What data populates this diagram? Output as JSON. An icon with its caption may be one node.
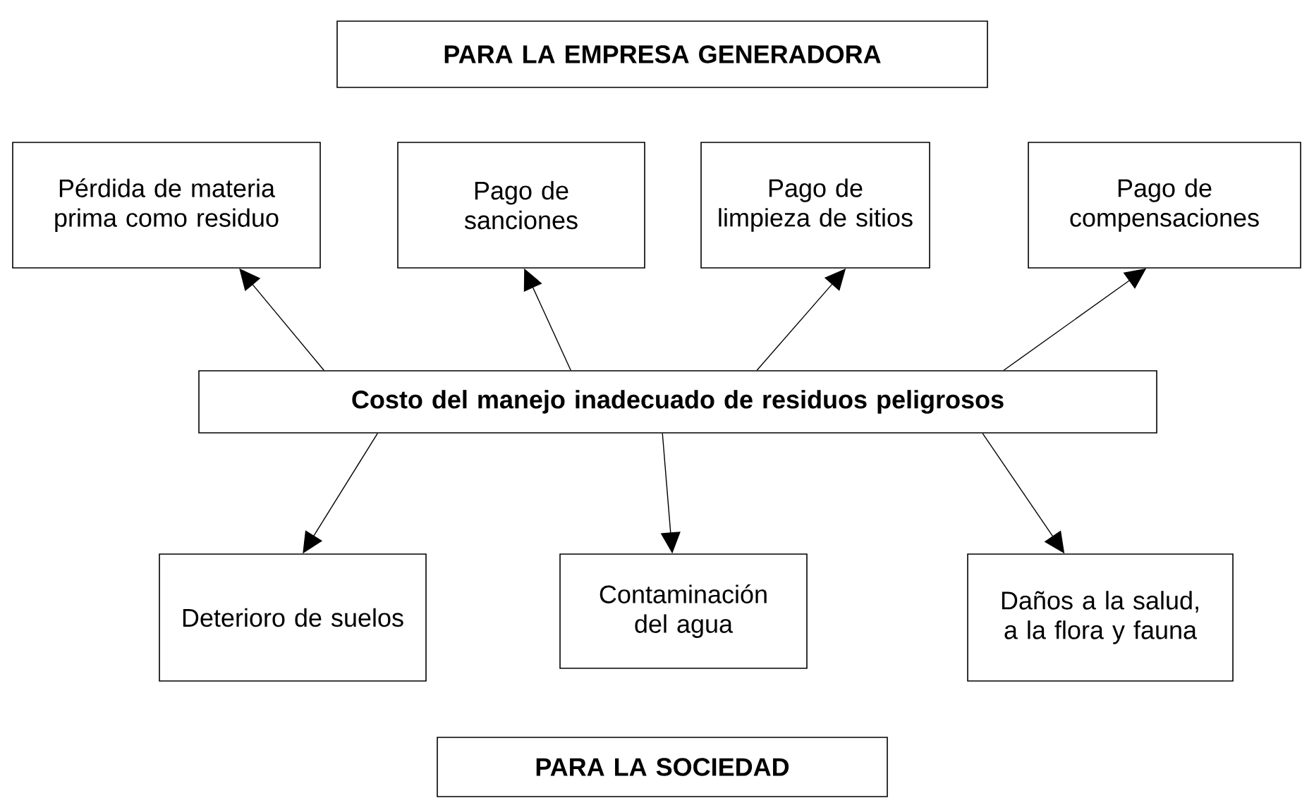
{
  "diagram": {
    "nodes": [
      {
        "text": [
          "PARA LA EMPRESA GENERADORA"
        ]
      },
      {
        "text": [
          "Pérdida de materia prima como residuo"
        ]
      },
      {
        "text": [
          "Pago de sanciones"
        ]
      },
      {
        "text": [
          "Pago de limpieza de sitios"
        ]
      },
      {
        "text": [
          "Pago de compensaciones"
        ]
      },
      {
        "text": [
          "Costo del manejo inadecuado de residuos peligrosos"
        ]
      },
      {
        "text": [
          "Deterioro de suelos"
        ]
      },
      {
        "text": [
          "Contaminación del agua"
        ]
      },
      {
        "text": [
          "Daños a la salud, a la flora y fauna"
        ]
      },
      {
        "text": [
          "PARA LA SOCIEDAD"
        ]
      }
    ],
    "edges": [
      {
        "from": 5,
        "to": 1,
        "arrow": "to"
      },
      {
        "from": 5,
        "to": 2,
        "arrow": "to"
      },
      {
        "from": 5,
        "to": 3,
        "arrow": "to"
      },
      {
        "from": 5,
        "to": 4,
        "arrow": "to"
      },
      {
        "from": 5,
        "to": 6,
        "arrow": "to"
      },
      {
        "from": 5,
        "to": 7,
        "arrow": "to"
      },
      {
        "from": 5,
        "to": 8,
        "arrow": "to"
      }
    ]
  }
}
